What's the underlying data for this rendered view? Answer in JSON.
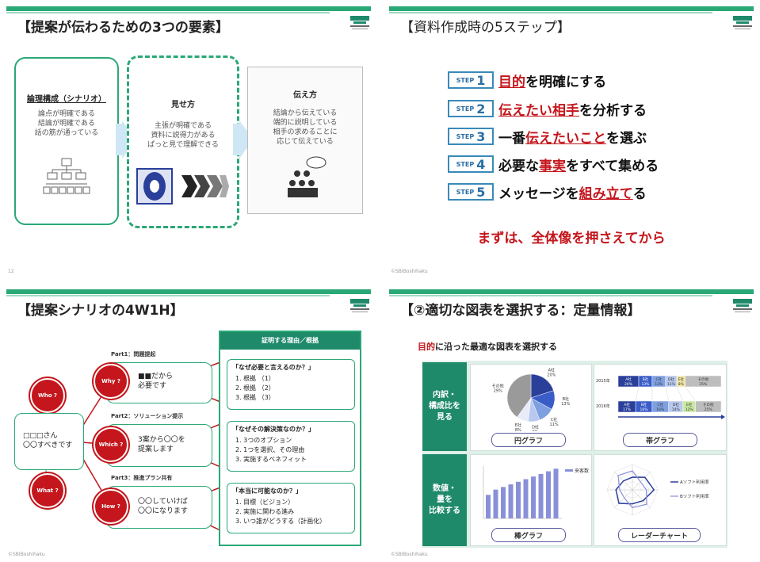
{
  "slide1": {
    "title": "【提案が伝わるための3つの要素】",
    "box1": {
      "heading": "論理構成（シナリオ）",
      "lines": [
        "論点が明確である",
        "結論が明確である",
        "話の筋が通っている"
      ]
    },
    "box2": {
      "heading": "見せ方",
      "lines": [
        "主張が明確である",
        "資料に説得力がある",
        "ぱっと見で理解できる"
      ]
    },
    "box3": {
      "heading": "伝え方",
      "lines": [
        "結論から伝えている",
        "端的に説明している",
        "相手の求めることに",
        "応じて伝えている"
      ]
    },
    "page_number": "12"
  },
  "slide2": {
    "title": "【資料作成時の5ステップ】",
    "step_word": "STEP",
    "steps": [
      {
        "n": "1",
        "pre": "",
        "red": "目的",
        "post": "を明確にする"
      },
      {
        "n": "2",
        "pre": "",
        "red": "伝えたい相手",
        "post": "を分析する"
      },
      {
        "n": "3",
        "pre": "一番",
        "red": "伝えたいこと",
        "post": "を選ぶ"
      },
      {
        "n": "4",
        "pre": "必要な",
        "red": "事実",
        "post": "をすべて集める"
      },
      {
        "n": "5",
        "pre": "メッセージを",
        "red": "組み立て",
        "post": "る"
      }
    ],
    "closing": "まずは、全体像を押さえてから",
    "footer": "©SBIBoshihaku"
  },
  "slide3": {
    "title": "【提案シナリオの4W1H】",
    "who": "Who ?",
    "what": "What ?",
    "center_lines": [
      "□□□さん",
      "〇〇すべきです"
    ],
    "part1": "Part1：問題提起",
    "part2": "Part2：ソリューション提示",
    "part3": "Part3：推進プラン共有",
    "why": "Why ?",
    "which": "Which ?",
    "how": "How ?",
    "why_lines": [
      "■■だから",
      "必要です"
    ],
    "which_lines": [
      "3案から〇〇を",
      "提案します"
    ],
    "how_lines": [
      "〇〇していけば",
      "〇〇になります"
    ],
    "panel_header": "証明する理由／根拠",
    "reason1": {
      "q": "「なぜ必要と言えるのか？」",
      "items": [
        "1.  根拠 （1）",
        "2.  根拠 （2）",
        "3.  根拠 （3）"
      ]
    },
    "reason2": {
      "q": "「なぜその解決策なのか？」",
      "items": [
        "1.  3つのオプション",
        "2.  1つを選択、その理由",
        "3.  実施するベネフィット"
      ]
    },
    "reason3": {
      "q": "「本当に可能なのか？」",
      "items": [
        "1.  目標（ビジョン）",
        "2.  実施に関わる進み",
        "3.  いつ誰がどうする（計画化）"
      ]
    },
    "footer": "©SBIBoshihaku"
  },
  "slide4": {
    "title": "【②適切な図表を選択する：定量情報】",
    "subtitle_red": "目的",
    "subtitle_rest": "に沿った最適な図表を選択する",
    "row1_label": [
      "内訳・",
      "構成比を",
      "見る"
    ],
    "row2_label": [
      "数値・",
      "量を",
      "比較する"
    ],
    "pie_label": "円グラフ",
    "band_label": "帯グラフ",
    "bar_label": "棒グラフ",
    "radar_label": "レーダーチャート",
    "pie_slices": [
      {
        "name": "A社",
        "pct": "20%",
        "value": 20,
        "color": "#2a3f9a"
      },
      {
        "name": "B社",
        "pct": "13%",
        "value": 13,
        "color": "#3a5cc8"
      },
      {
        "name": "C社",
        "pct": "11%",
        "value": 11,
        "color": "#7fa0e0"
      },
      {
        "name": "D社",
        "pct": "8%",
        "value": 8,
        "color": "#b8c8ee"
      },
      {
        "name": "E社",
        "pct": "8%",
        "value": 8,
        "color": "#e8ecf8"
      },
      {
        "name": "その他",
        "pct": "29%",
        "value": 40,
        "color": "#9a9a9a"
      }
    ],
    "band_years": [
      "2015年",
      "2016年"
    ],
    "band_2015": [
      {
        "name": "A社",
        "pct": "20%",
        "w": 20,
        "color": "#2a3f9a"
      },
      {
        "name": "B社",
        "pct": "13%",
        "w": 13,
        "color": "#3a5cc8"
      },
      {
        "name": "C社",
        "pct": "13%",
        "w": 13,
        "color": "#7fa0e0"
      },
      {
        "name": "D社",
        "pct": "11%",
        "w": 11,
        "color": "#b8c8ee"
      },
      {
        "name": "E社",
        "pct": "8%",
        "w": 8,
        "color": "#f2e6a0"
      },
      {
        "name": "その他",
        "pct": "35%",
        "w": 35,
        "color": "#bdbdbd"
      }
    ],
    "band_2016": [
      {
        "name": "A社",
        "pct": "17%",
        "w": 17,
        "color": "#2a3f9a"
      },
      {
        "name": "B社",
        "pct": "16%",
        "w": 16,
        "color": "#3a5cc8"
      },
      {
        "name": "C社",
        "pct": "16%",
        "w": 16,
        "color": "#7fa0e0"
      },
      {
        "name": "D社",
        "pct": "14%",
        "w": 14,
        "color": "#b8c8ee"
      },
      {
        "name": "E社",
        "pct": "12%",
        "w": 12,
        "color": "#c8e8a0"
      },
      {
        "name": "その他",
        "pct": "25%",
        "w": 25,
        "color": "#bdbdbd"
      }
    ],
    "bar_legend": "来客数",
    "bar_values": [
      90,
      110,
      120,
      130,
      140,
      150,
      160,
      170,
      180,
      190
    ],
    "radar_legend_a": "Aソフト利用率",
    "radar_legend_b": "Bソフト利用率",
    "footer": "©SBIBoshihaku"
  }
}
